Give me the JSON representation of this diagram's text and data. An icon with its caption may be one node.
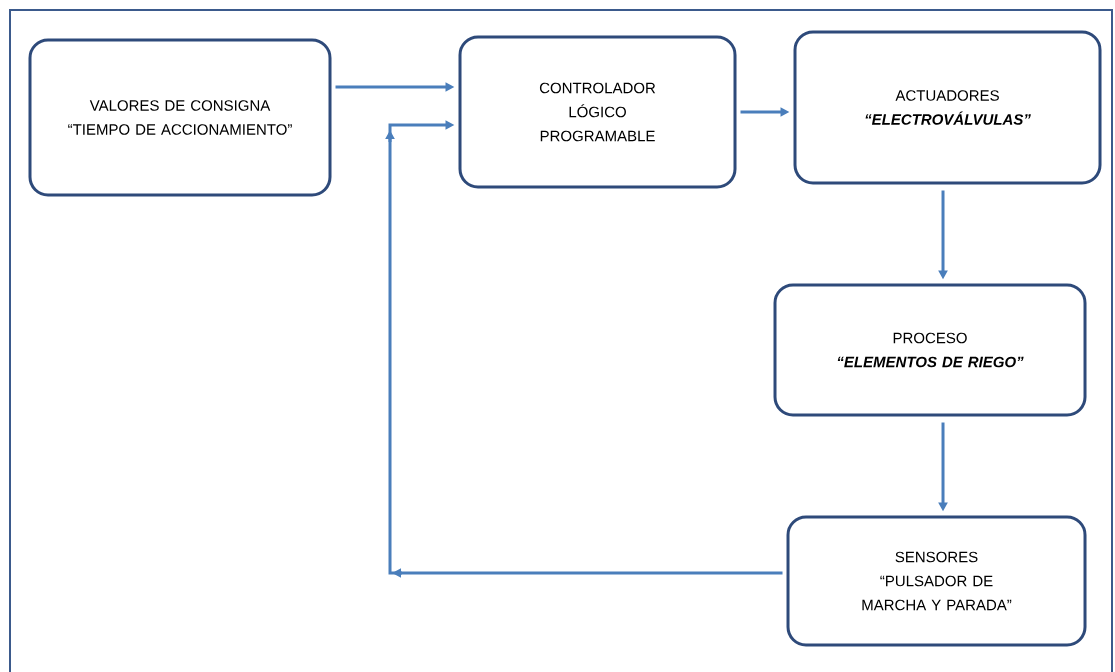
{
  "diagram": {
    "nodes": [
      {
        "text": [
          "VALORES DE CONSIGNA",
          "“TIEMPO DE ACCIONAMIENTO”"
        ]
      },
      {
        "text": [
          "CONTROLADOR LÓGICO PROGRAMABLE"
        ]
      },
      {
        "text": [
          "ACTUADORES",
          "“ELECTROVÁLVULAS”"
        ]
      },
      {
        "text": [
          "PROCESO",
          "“ELEMENTOS DE RIEGO”"
        ]
      },
      {
        "text": [
          "SENSORES",
          "“PULSADOR DE MARCHA Y PARADA”"
        ]
      }
    ],
    "edges": [
      {
        "from": 0,
        "to": 1,
        "arrow": "to"
      },
      {
        "from": 1,
        "to": 2,
        "arrow": "to"
      },
      {
        "from": 2,
        "to": 3,
        "arrow": "to"
      },
      {
        "from": 3,
        "to": 4,
        "arrow": "to"
      },
      {
        "from": 4,
        "to": 1,
        "arrow": "to"
      }
    ]
  }
}
